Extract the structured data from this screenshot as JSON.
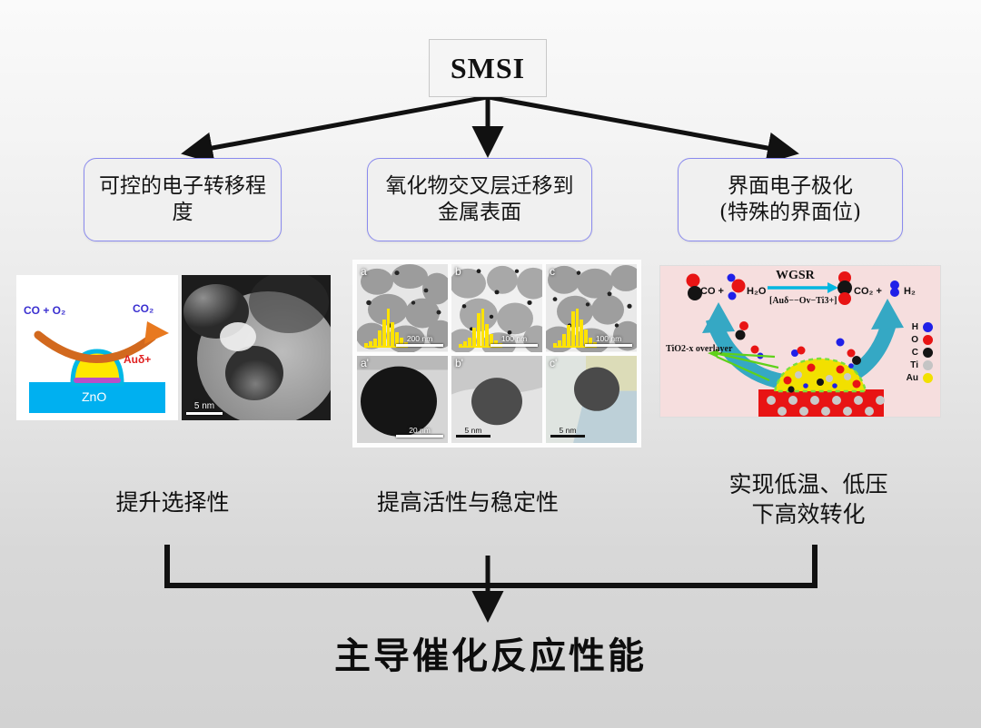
{
  "title_box": {
    "label": "SMSI"
  },
  "categories": [
    {
      "id": "electron-transfer",
      "label": "可控的电子转移程度"
    },
    {
      "id": "oxide-overlayer",
      "label": "氧化物交叉层迁移到金属表面"
    },
    {
      "id": "interface-polarization",
      "label": "界面电子极化\n(特殊的界面位)"
    }
  ],
  "outcomes": [
    {
      "id": "selectivity",
      "label": "提升选择性"
    },
    {
      "id": "activity-stability",
      "label": "提高活性与稳定性"
    },
    {
      "id": "low-temp-pressure",
      "label": "实现低温、低压\n下高效转化"
    }
  ],
  "conclusion": {
    "label": "主导催化反应性能"
  },
  "figures": {
    "zno_scheme": {
      "reactants": "CO + O₂",
      "product": "CO₂",
      "species": "Auδ+",
      "support": "ZnO",
      "colors": {
        "support": "#00b0f0",
        "particle": "#ffe800",
        "interface": "#b84fc8",
        "arrow": "#d2691e",
        "label": "#3a2fd0",
        "species": "#e02020"
      }
    },
    "tem_single": {
      "scale_bar": "5 nm"
    },
    "tem_grid": {
      "panels": [
        {
          "tag": "a",
          "scale_bar": "200 nm",
          "histogram": [
            5,
            12,
            18,
            40,
            70,
            100,
            62,
            36,
            20,
            9
          ]
        },
        {
          "tag": "b",
          "scale_bar": "100 nm",
          "histogram": [
            4,
            10,
            22,
            48,
            88,
            100,
            58,
            30,
            14,
            6
          ]
        },
        {
          "tag": "c",
          "scale_bar": "100 nm",
          "histogram": [
            6,
            14,
            30,
            55,
            92,
            100,
            70,
            42,
            22,
            8
          ]
        },
        {
          "tag": "a'",
          "scale_bar": "20 nm"
        },
        {
          "tag": "b'",
          "scale_bar": "5 nm"
        },
        {
          "tag": "c'",
          "scale_bar": "5 nm"
        }
      ]
    },
    "wgsr_scheme": {
      "equation_left": "CO +",
      "equation_water": "H₂O",
      "reaction_name": "WGSR",
      "active_site": "[Auδ−−Ov−Ti3+]",
      "equation_right": "CO₂ +",
      "equation_h2": "H₂",
      "overlayer_label": "TiO2-x overlayer",
      "legend": [
        {
          "element": "H",
          "color": "#2020e8"
        },
        {
          "element": "O",
          "color": "#e81414"
        },
        {
          "element": "C",
          "color": "#141414"
        },
        {
          "element": "Ti",
          "color": "#c4c4c4"
        },
        {
          "element": "Au",
          "color": "#f2e000"
        }
      ],
      "background": "#f6dede",
      "arrow_color": "#35a8c4"
    }
  },
  "connectors": {
    "top_arrows": 3,
    "bottom_bracket": true,
    "final_arrow": true
  }
}
